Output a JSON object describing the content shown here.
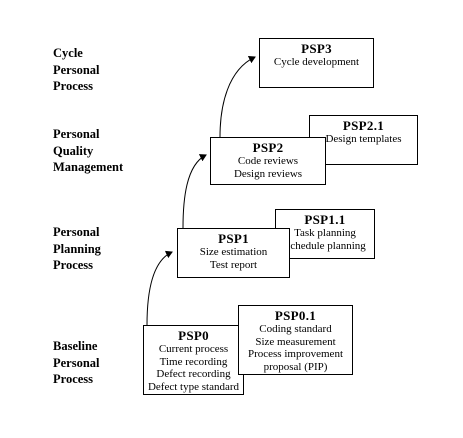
{
  "levels": [
    {
      "id": "cycle",
      "text": "Cycle\nPersonal\nProcess"
    },
    {
      "id": "quality",
      "text": "Personal\nQuality\nManagement"
    },
    {
      "id": "planning",
      "text": "Personal\nPlanning\nProcess"
    },
    {
      "id": "baseline",
      "text": "Baseline\nPersonal\nProcess"
    }
  ],
  "boxes": {
    "psp3": {
      "title": "PSP3",
      "lines": [
        "Cycle development"
      ]
    },
    "psp2": {
      "title": "PSP2",
      "lines": [
        "Code reviews",
        "Design reviews"
      ]
    },
    "psp21": {
      "title": "PSP2.1",
      "lines": [
        "Design templates"
      ]
    },
    "psp1": {
      "title": "PSP1",
      "lines": [
        "Size estimation",
        "Test report"
      ]
    },
    "psp11": {
      "title": "PSP1.1",
      "lines": [
        "Task planning",
        "Schedule planning"
      ]
    },
    "psp0": {
      "title": "PSP0",
      "lines": [
        "Current process",
        "Time recording",
        "Defect recording",
        "Defect type standard"
      ]
    },
    "psp01": {
      "title": "PSP0.1",
      "lines": [
        "Coding standard",
        "Size measurement",
        "Process improvement",
        "proposal (PIP)"
      ]
    }
  }
}
